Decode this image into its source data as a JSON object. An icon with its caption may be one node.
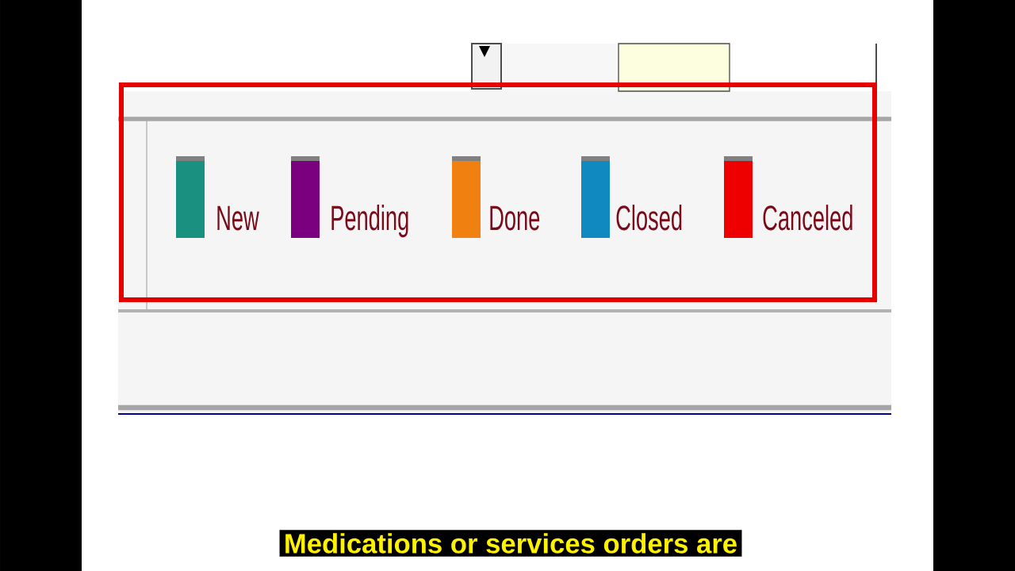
{
  "diagram": {
    "caption": "Medications or services orders are",
    "legend": [
      {
        "text": "New",
        "color": "#1a9080"
      },
      {
        "text": "Pending",
        "color": "#7a0080"
      },
      {
        "text": "Done",
        "color": "#f08010"
      },
      {
        "text": "Closed",
        "color": "#1088c0"
      },
      {
        "text": "Canceled",
        "color": "#ee0000"
      }
    ]
  }
}
